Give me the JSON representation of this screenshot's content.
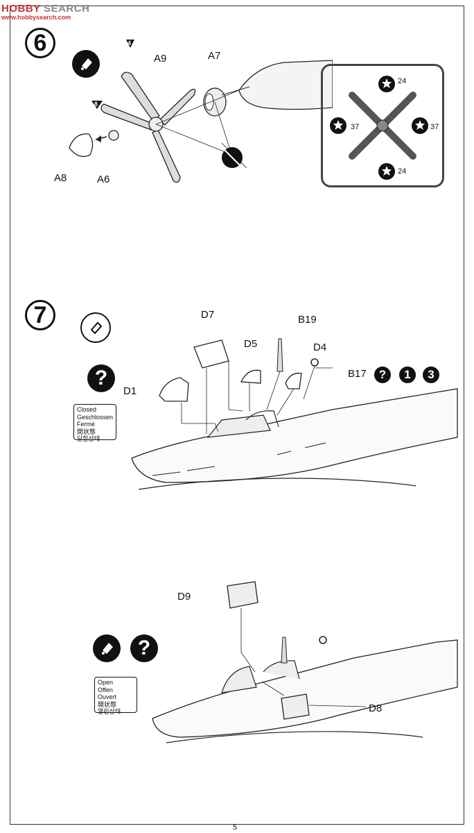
{
  "watermark": {
    "brand_a": "HOBBY",
    "brand_b": "SEARCH",
    "url": "www.hobbysearch.com"
  },
  "page_number": "5",
  "step6": {
    "number": "6",
    "parts": {
      "a9": "A9",
      "a7": "A7",
      "a8": "A8",
      "a6": "A6"
    },
    "arrow_marks": {
      "top": "4",
      "left": "8"
    },
    "inset": {
      "top": "24",
      "bottom": "24",
      "left": "37",
      "right": "37"
    }
  },
  "step7": {
    "number": "7",
    "parts": {
      "d7": "D7",
      "b19": "B19",
      "d5": "D5",
      "d4": "D4",
      "d1": "D1",
      "b17": "B17",
      "d9": "D9",
      "d8": "D8"
    },
    "b17_icons": {
      "question": "?",
      "one": "1",
      "three": "3"
    },
    "closed_note": [
      "Closed",
      "Geschlossen",
      "Fermé",
      "閉状態",
      "닫힌상태"
    ],
    "open_note": [
      "Open",
      "Offen",
      "Ouvert",
      "開状態",
      "열린상태"
    ],
    "question_mark": "?"
  },
  "colors": {
    "ink": "#111111",
    "line": "#333333",
    "paper": "#ffffff",
    "watermark": "#888888",
    "watermark_accent": "#cc3333"
  }
}
